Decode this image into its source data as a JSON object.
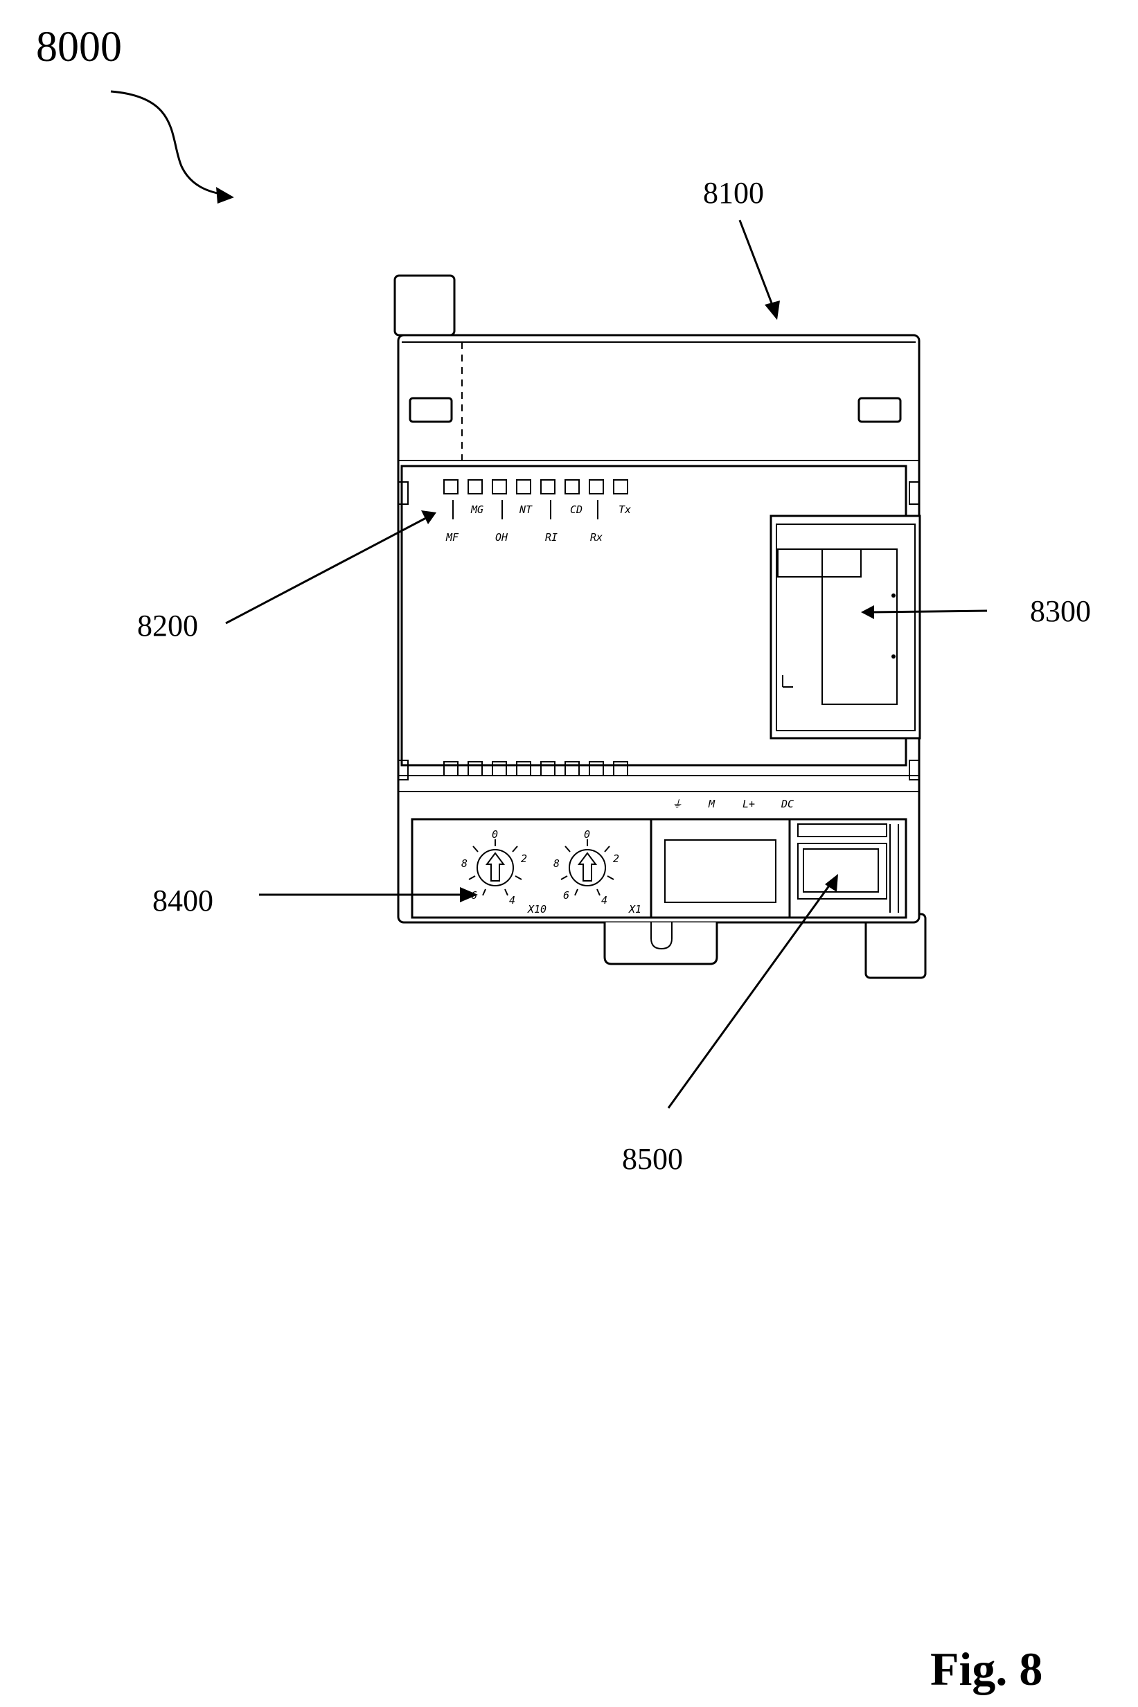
{
  "figure": {
    "main_ref": "8000",
    "caption": "Fig. 8",
    "callouts": {
      "housing": "8100",
      "led_panel": "8200",
      "card_slot": "8300",
      "rotary_switches": "8400",
      "connector": "8500"
    },
    "led_labels_top": [
      "MG",
      "NT",
      "CD",
      "Tx"
    ],
    "led_labels_bottom": [
      "MF",
      "OH",
      "RI",
      "Rx"
    ],
    "terminal_labels": [
      "⏚",
      "M",
      "L+",
      "DC"
    ],
    "switch_labels": [
      "X10",
      "X1"
    ],
    "dial_numbers": [
      "0",
      "2",
      "4",
      "6",
      "8"
    ]
  }
}
